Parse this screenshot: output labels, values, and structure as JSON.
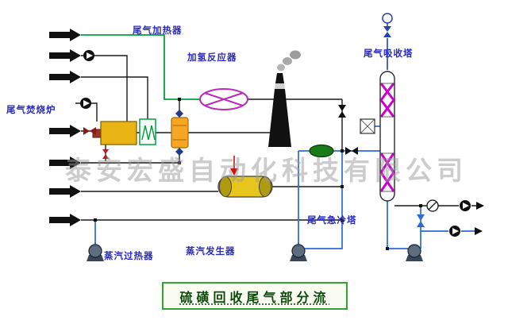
{
  "diagram": {
    "title": "硫磺回收尾气部分流",
    "watermark": "泰安宏盛自动化科技有限公司",
    "labels": {
      "tail_gas_heater": "尾气加热器",
      "hydrogenation_reactor": "加氢反应器",
      "tail_gas_absorber": "尾气吸收塔",
      "tail_gas_incinerator": "尾气焚烧炉",
      "tail_gas_quench_tower": "尾气急冷塔",
      "steam_superheater": "蒸汽过热器",
      "steam_generator": "蒸汽发生器"
    },
    "colors": {
      "label_text": "#2a2ac0",
      "pipe_green": "#00a33c",
      "pipe_black": "#1a1a1a",
      "pipe_blue": "#2b6bd8",
      "vessel_yellow": "#e9b515",
      "exchanger_orange": "#f5a623",
      "reactor_magenta": "#b82ab8",
      "packing_magenta": "#cc00cc",
      "title_border_green": "#2ea52e"
    }
  }
}
